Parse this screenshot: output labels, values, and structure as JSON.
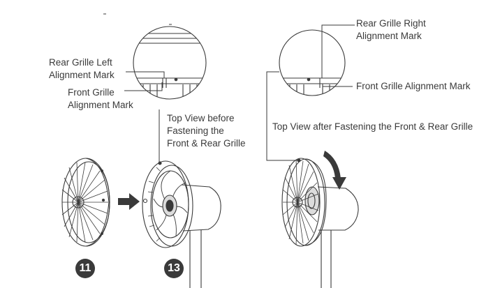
{
  "labels": {
    "rear_grille_left": [
      "Rear Grille Left",
      "Alignment Mark"
    ],
    "front_grille_left": [
      "Front Grille",
      "Alignment Mark"
    ],
    "top_view_before": [
      "Top View before",
      "Fastening the",
      "Front & Rear Grille"
    ],
    "rear_grille_right": [
      "Rear Grille Right",
      "Alignment Mark"
    ],
    "front_grille_right": "Front Grille Alignment Mark",
    "top_view_after": "Top View after Fastening the Front & Rear Grille"
  },
  "steps": {
    "first": "11",
    "second": "13"
  },
  "colors": {
    "line": "#3a3a3a",
    "text": "#3a3a3a",
    "badge": "#3a3a3a",
    "background": "#ffffff"
  }
}
